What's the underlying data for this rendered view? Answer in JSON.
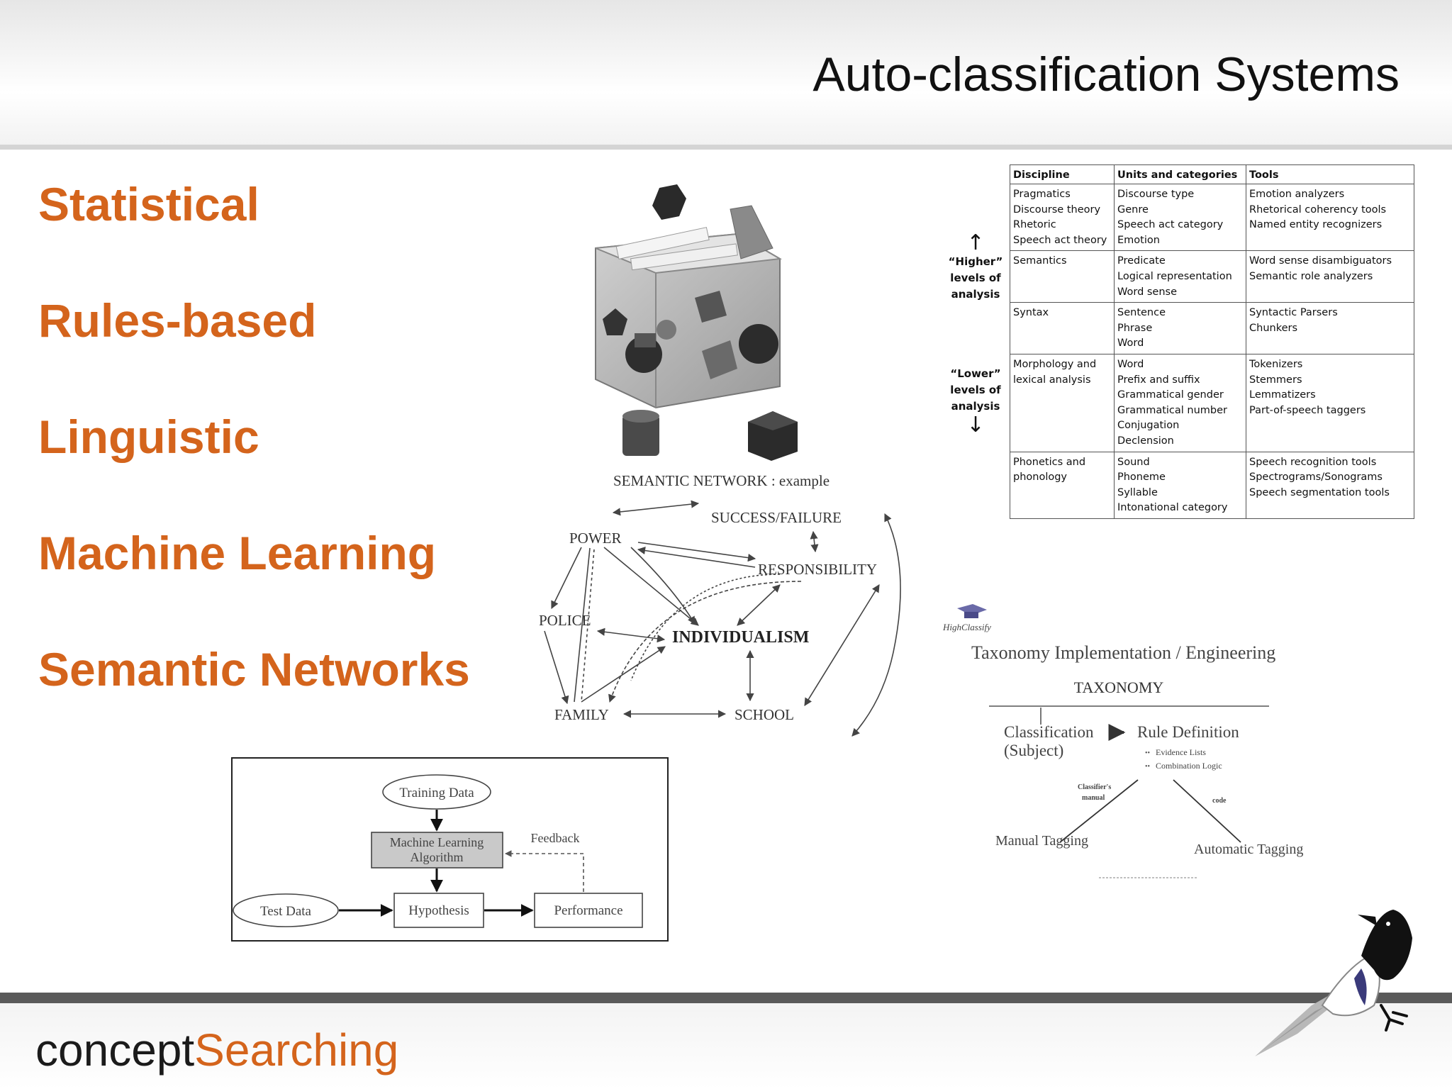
{
  "slide": {
    "title": "Auto-classification Systems"
  },
  "bullets": [
    {
      "label": "Statistical"
    },
    {
      "label": "Rules-based"
    },
    {
      "label": "Linguistic"
    },
    {
      "label": "Machine Learning"
    },
    {
      "label": "Semantic Networks"
    }
  ],
  "semantic_network": {
    "title": "SEMANTIC NETWORK : example",
    "nodes": {
      "success": "SUCCESS/FAILURE",
      "power": "POWER",
      "responsibility": "RESPONSIBILITY",
      "police": "POLICE",
      "individualism": "INDIVIDUALISM",
      "family": "FAMILY",
      "school": "SCHOOL"
    }
  },
  "ml_diagram": {
    "training": "Training Data",
    "algorithm_line1": "Machine Learning",
    "algorithm_line2": "Algorithm",
    "feedback": "Feedback",
    "test": "Test Data",
    "hypothesis": "Hypothesis",
    "performance": "Performance"
  },
  "linguistic_table": {
    "headers": [
      "Discipline",
      "Units and categories",
      "Tools"
    ],
    "higher": {
      "line1": "“Higher”",
      "line2": "levels of",
      "line3": "analysis"
    },
    "lower": {
      "line1": "“Lower”",
      "line2": "levels of",
      "line3": "analysis"
    },
    "rows": [
      {
        "discipline": [
          "Pragmatics",
          "Discourse theory",
          "Rhetoric",
          "Speech act theory"
        ],
        "units": [
          "Discourse type",
          "Genre",
          "Speech act category",
          "Emotion"
        ],
        "tools": [
          "Emotion analyzers",
          "Rhetorical coherency tools",
          "Named entity recognizers"
        ]
      },
      {
        "discipline": [
          "Semantics"
        ],
        "units": [
          "Predicate",
          "Logical representation",
          "Word sense"
        ],
        "tools": [
          "Word sense disambiguators",
          "Semantic role analyzers"
        ]
      },
      {
        "discipline": [
          "Syntax"
        ],
        "units": [
          "Sentence",
          "Phrase",
          "Word"
        ],
        "tools": [
          "Syntactic Parsers",
          "Chunkers"
        ]
      },
      {
        "discipline": [
          "Morphology and",
          "lexical analysis"
        ],
        "units": [
          "Word",
          "Prefix and suffix",
          "Grammatical gender",
          "Grammatical number",
          "Conjugation",
          "Declension"
        ],
        "tools": [
          "Tokenizers",
          "Stemmers",
          "Lemmatizers",
          "Part-of-speech taggers"
        ]
      },
      {
        "discipline": [
          "Phonetics and",
          "phonology"
        ],
        "units": [
          "Sound",
          "Phoneme",
          "Syllable",
          "Intonational category"
        ],
        "tools": [
          "Speech recognition tools",
          "Spectrograms/Sonograms",
          "Speech segmentation tools"
        ]
      }
    ]
  },
  "taxonomy": {
    "logo": "HighClassify",
    "title": "Taxonomy Implementation / Engineering",
    "root": "TAXONOMY",
    "classification_line1": "Classification",
    "classification_line2": "(Subject)",
    "rule_definition": "Rule Definition",
    "rule_item1": "Evidence Lists",
    "rule_item2": "Combination Logic",
    "classifier_line1": "Classifier's",
    "classifier_line2": "manual",
    "code": "code",
    "manual": "Manual Tagging",
    "automatic": "Automatic Tagging"
  },
  "footer": {
    "brand_part1": "concept",
    "brand_part2": "Searching"
  },
  "colors": {
    "accent": "#d4641c",
    "text": "#111111",
    "footer_rule": "#5a5a5a"
  }
}
